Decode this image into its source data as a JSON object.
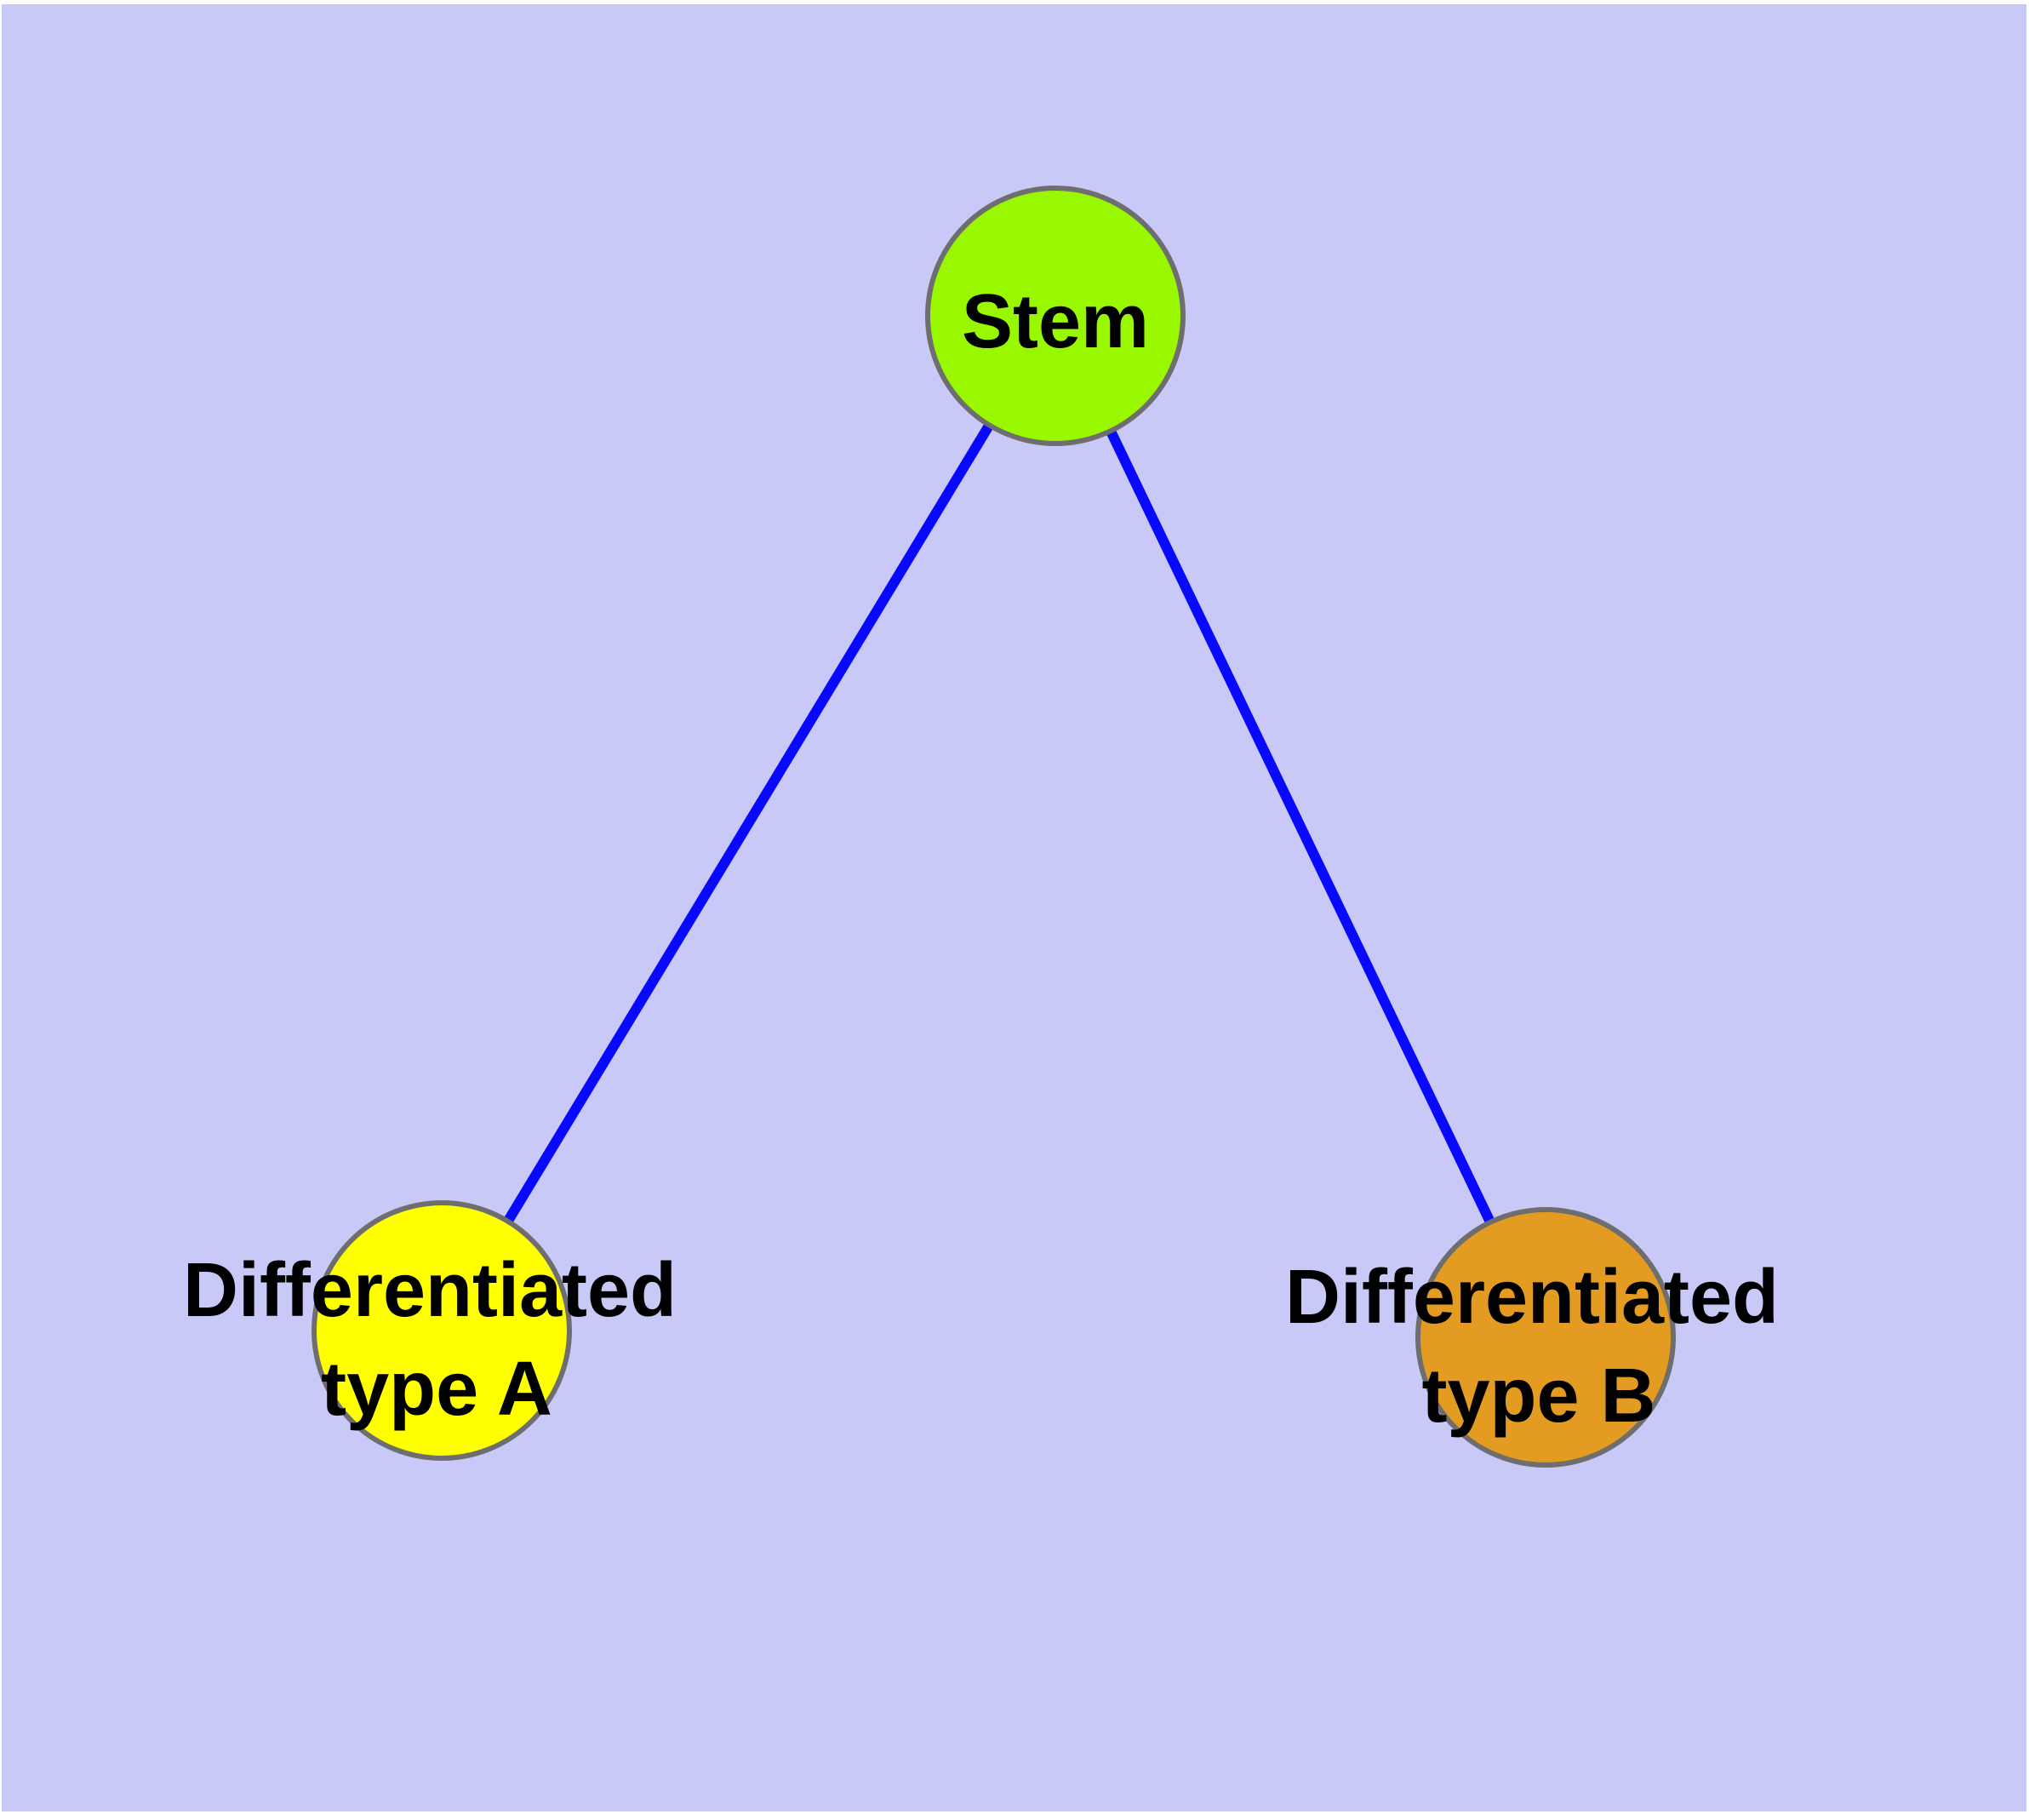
{
  "canvas": {
    "frame_color": "#ffffff",
    "background_color": "#c9c9f8"
  },
  "graph": {
    "edge_color": "#0808ff",
    "edge_width": "12",
    "node_border_color": "#6e6e6e",
    "node_border_width": "6",
    "nodes": [
      {
        "id": "stem",
        "label": "Stem",
        "fill": "#99f800"
      },
      {
        "id": "type-a",
        "label_line1": "Differentiated",
        "label_line2": "type A",
        "fill": "#ffff00"
      },
      {
        "id": "type-b",
        "label_line1": "Differentiated",
        "label_line2": "type B",
        "fill": "#e49b21"
      }
    ],
    "edges": [
      {
        "from": "Stem",
        "to": "Differentiated type A"
      },
      {
        "from": "Stem",
        "to": "Differentiated type B"
      }
    ]
  }
}
